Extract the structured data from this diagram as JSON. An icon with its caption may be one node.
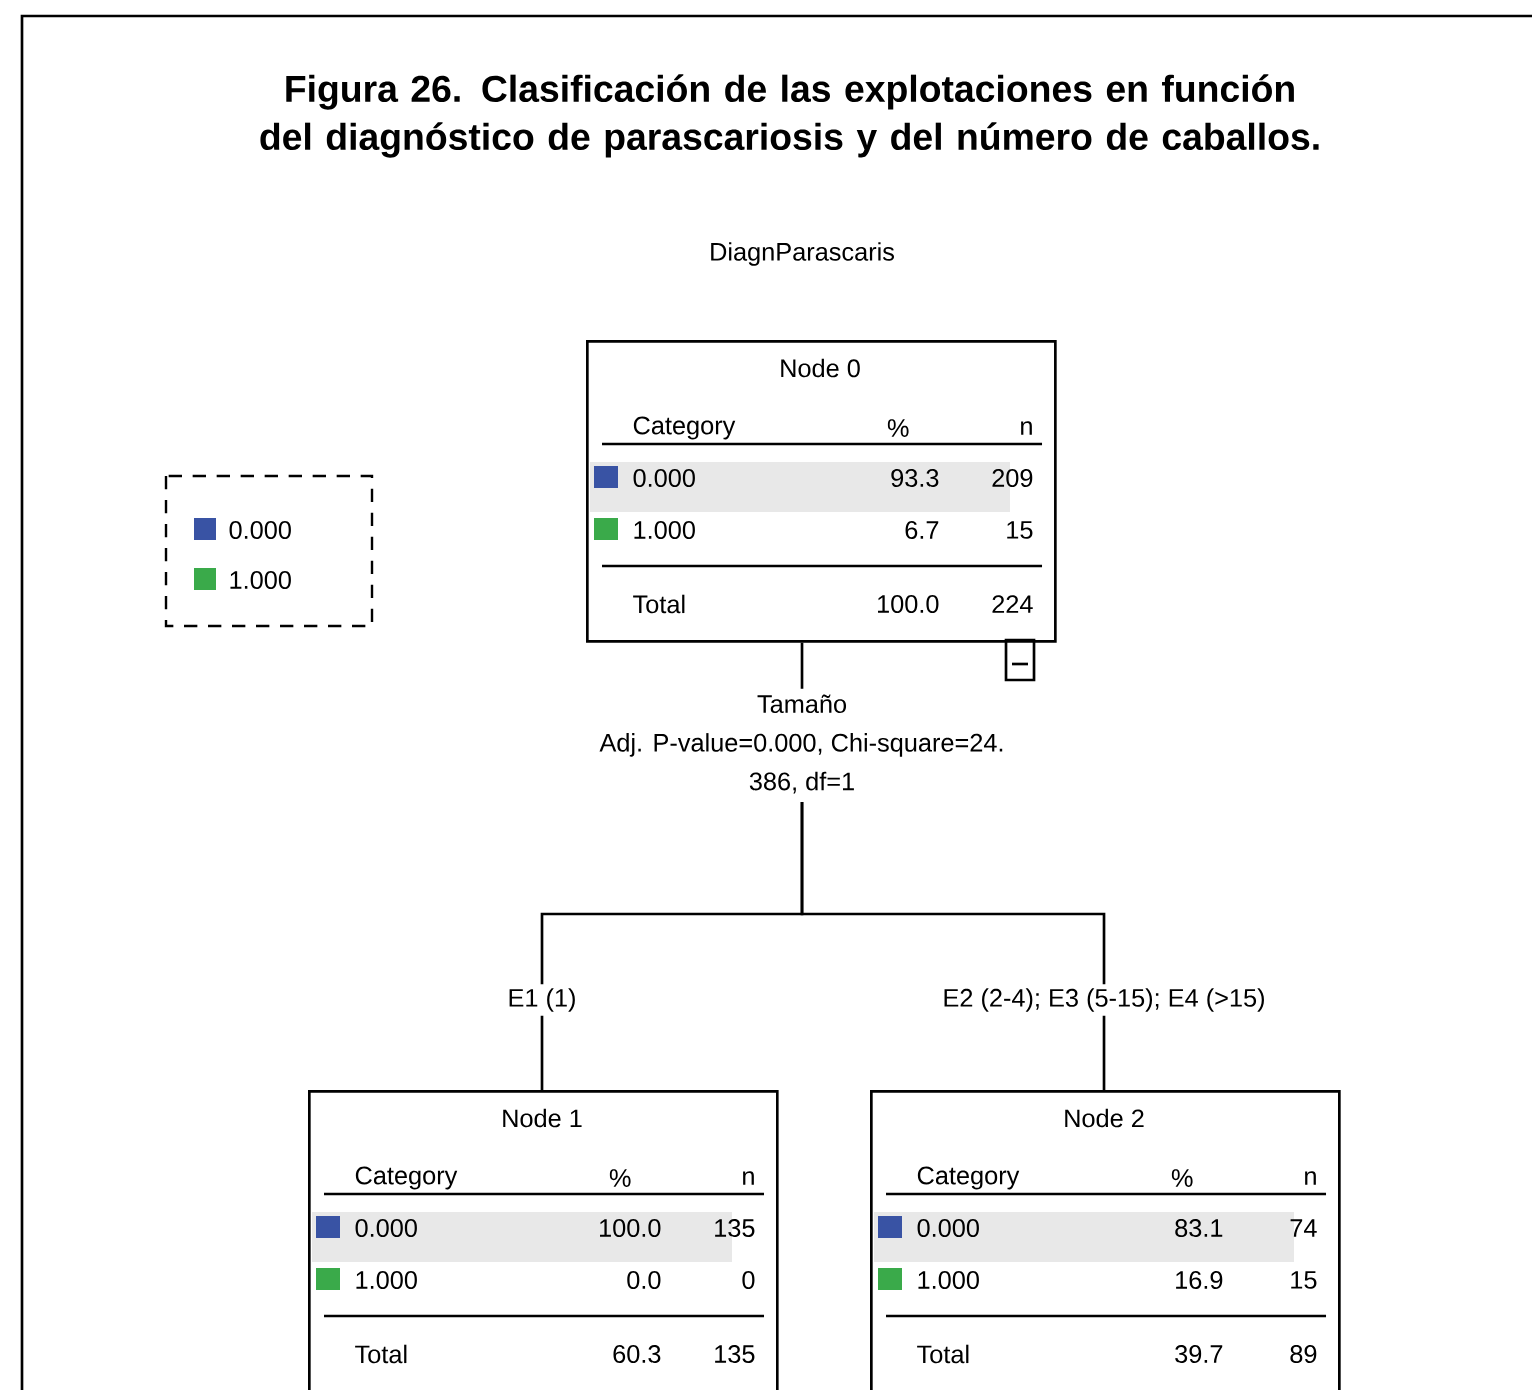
{
  "diagram": {
    "title": "Figura 26. Clasificación de las explotaciones en función del diagnóstico de parascariosis y del número de caballos.",
    "nodes": [
      {
        "text": [
          "Node 0",
          "Category",
          "%",
          "n",
          "0.000",
          "93.3",
          "209",
          "1.000",
          "6.7",
          "15",
          "Total",
          "100.0",
          "224"
        ]
      },
      {
        "text": [
          "Node 1",
          "Category",
          "%",
          "n",
          "0.000",
          "100.0",
          "135",
          "1.000",
          "0.0",
          "0",
          "Total",
          "60.3",
          "135"
        ]
      },
      {
        "text": [
          "Node 2",
          "Category",
          "%",
          "n",
          "0.000",
          "83.1",
          "74",
          "1.000",
          "16.9",
          "15",
          "Total",
          "39.7",
          "89"
        ]
      },
      {
        "text": [
          "Tamaño",
          "Adj. P-value=0.000, Chi-square=24.",
          "386, df=1"
        ]
      }
    ],
    "edges": [
      {
        "from": 0,
        "to": 3,
        "arrow": "none"
      },
      {
        "from": 3,
        "to": 1,
        "arrow": "none",
        "label": "E1 (1)"
      },
      {
        "from": 3,
        "to": 2,
        "arrow": "none",
        "label": "E2 (2-4); E3 (5-15); E4 (>15)"
      }
    ],
    "labels": [
      "DiagnParascaris"
    ],
    "legend": [
      {
        "text": "0.000",
        "color": "#3953a4"
      },
      {
        "text": "1.000",
        "color": "#3aaa4a"
      }
    ]
  }
}
